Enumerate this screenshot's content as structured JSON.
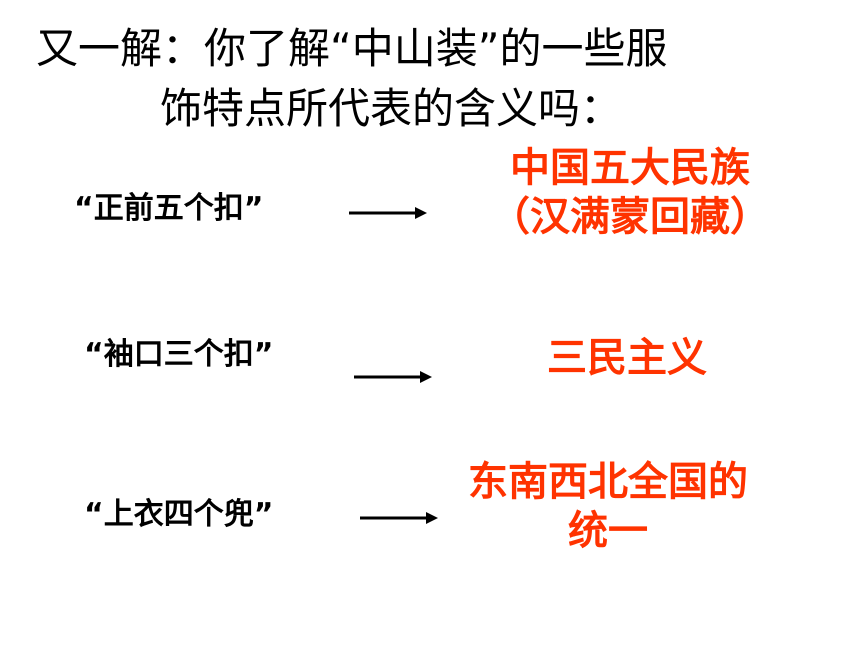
{
  "title": {
    "line1": "又一解：你了解“中山装”的一些服",
    "line2": "饰特点所代表的含义吗："
  },
  "colors": {
    "text": "#000000",
    "answer": "#ff3300"
  },
  "rows": [
    {
      "label": "“正前五个扣”",
      "answer_line1": "中国五大民族",
      "answer_line2": "（汉满蒙回藏）"
    },
    {
      "label": "“袖口三个扣”",
      "answer_line1": "三民主义"
    },
    {
      "label": "“上衣四个兜”",
      "answer_line1": "东南西北全国的",
      "answer_line2": "统一"
    }
  ]
}
